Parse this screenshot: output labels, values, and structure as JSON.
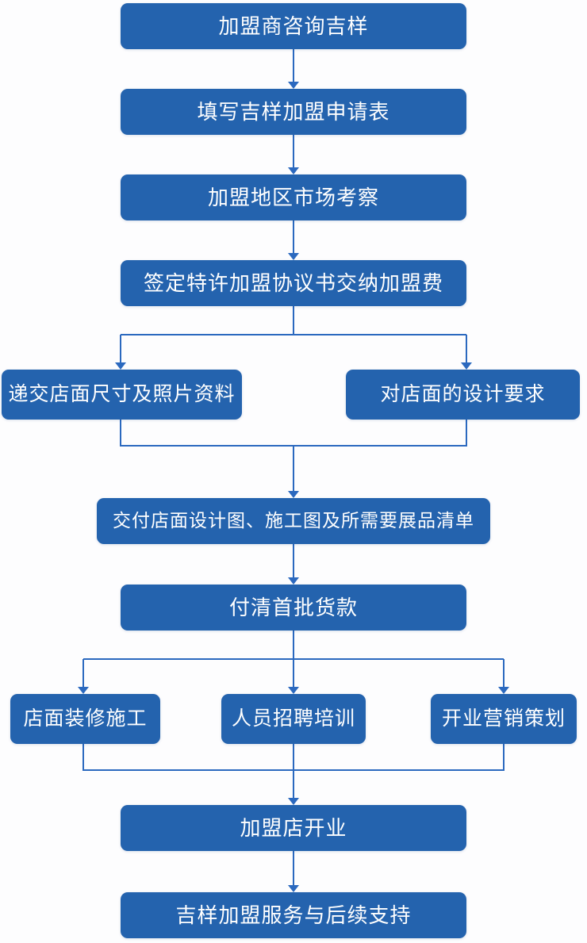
{
  "theme": {
    "node_fill": "#2463ae",
    "connector": "#2b69bf",
    "node_text": "#ffffff",
    "background": "#fdfdfe"
  },
  "flow": {
    "type": "flowchart",
    "direction": "top-to-bottom",
    "nodes": [
      {
        "id": "consult",
        "label": "加盟商咨询吉样"
      },
      {
        "id": "application",
        "label": "填写吉样加盟申请表"
      },
      {
        "id": "market-survey",
        "label": "加盟地区市场考察"
      },
      {
        "id": "agreement",
        "label": "签定特许加盟协议书交纳加盟费"
      },
      {
        "id": "store-info",
        "label": "递交店面尺寸及照片资料"
      },
      {
        "id": "design-requirements",
        "label": "对店面的设计要求"
      },
      {
        "id": "design-delivery",
        "label": "交付店面设计图、施工图及所需要展品清单"
      },
      {
        "id": "first-payment",
        "label": "付清首批货款"
      },
      {
        "id": "renovation",
        "label": "店面装修施工"
      },
      {
        "id": "recruitment",
        "label": "人员招聘培训"
      },
      {
        "id": "marketing",
        "label": "开业营销策划"
      },
      {
        "id": "opening",
        "label": "加盟店开业"
      },
      {
        "id": "support",
        "label": "吉样加盟服务与后续支持"
      }
    ],
    "edges": [
      {
        "from": "consult",
        "to": "application"
      },
      {
        "from": "application",
        "to": "market-survey"
      },
      {
        "from": "market-survey",
        "to": "agreement"
      },
      {
        "from": "agreement",
        "to": "store-info"
      },
      {
        "from": "agreement",
        "to": "design-requirements"
      },
      {
        "from": "store-info",
        "to": "design-delivery"
      },
      {
        "from": "design-requirements",
        "to": "design-delivery"
      },
      {
        "from": "design-delivery",
        "to": "first-payment"
      },
      {
        "from": "first-payment",
        "to": "renovation"
      },
      {
        "from": "first-payment",
        "to": "recruitment"
      },
      {
        "from": "first-payment",
        "to": "marketing"
      },
      {
        "from": "renovation",
        "to": "opening"
      },
      {
        "from": "recruitment",
        "to": "opening"
      },
      {
        "from": "marketing",
        "to": "opening"
      },
      {
        "from": "opening",
        "to": "support"
      }
    ]
  }
}
